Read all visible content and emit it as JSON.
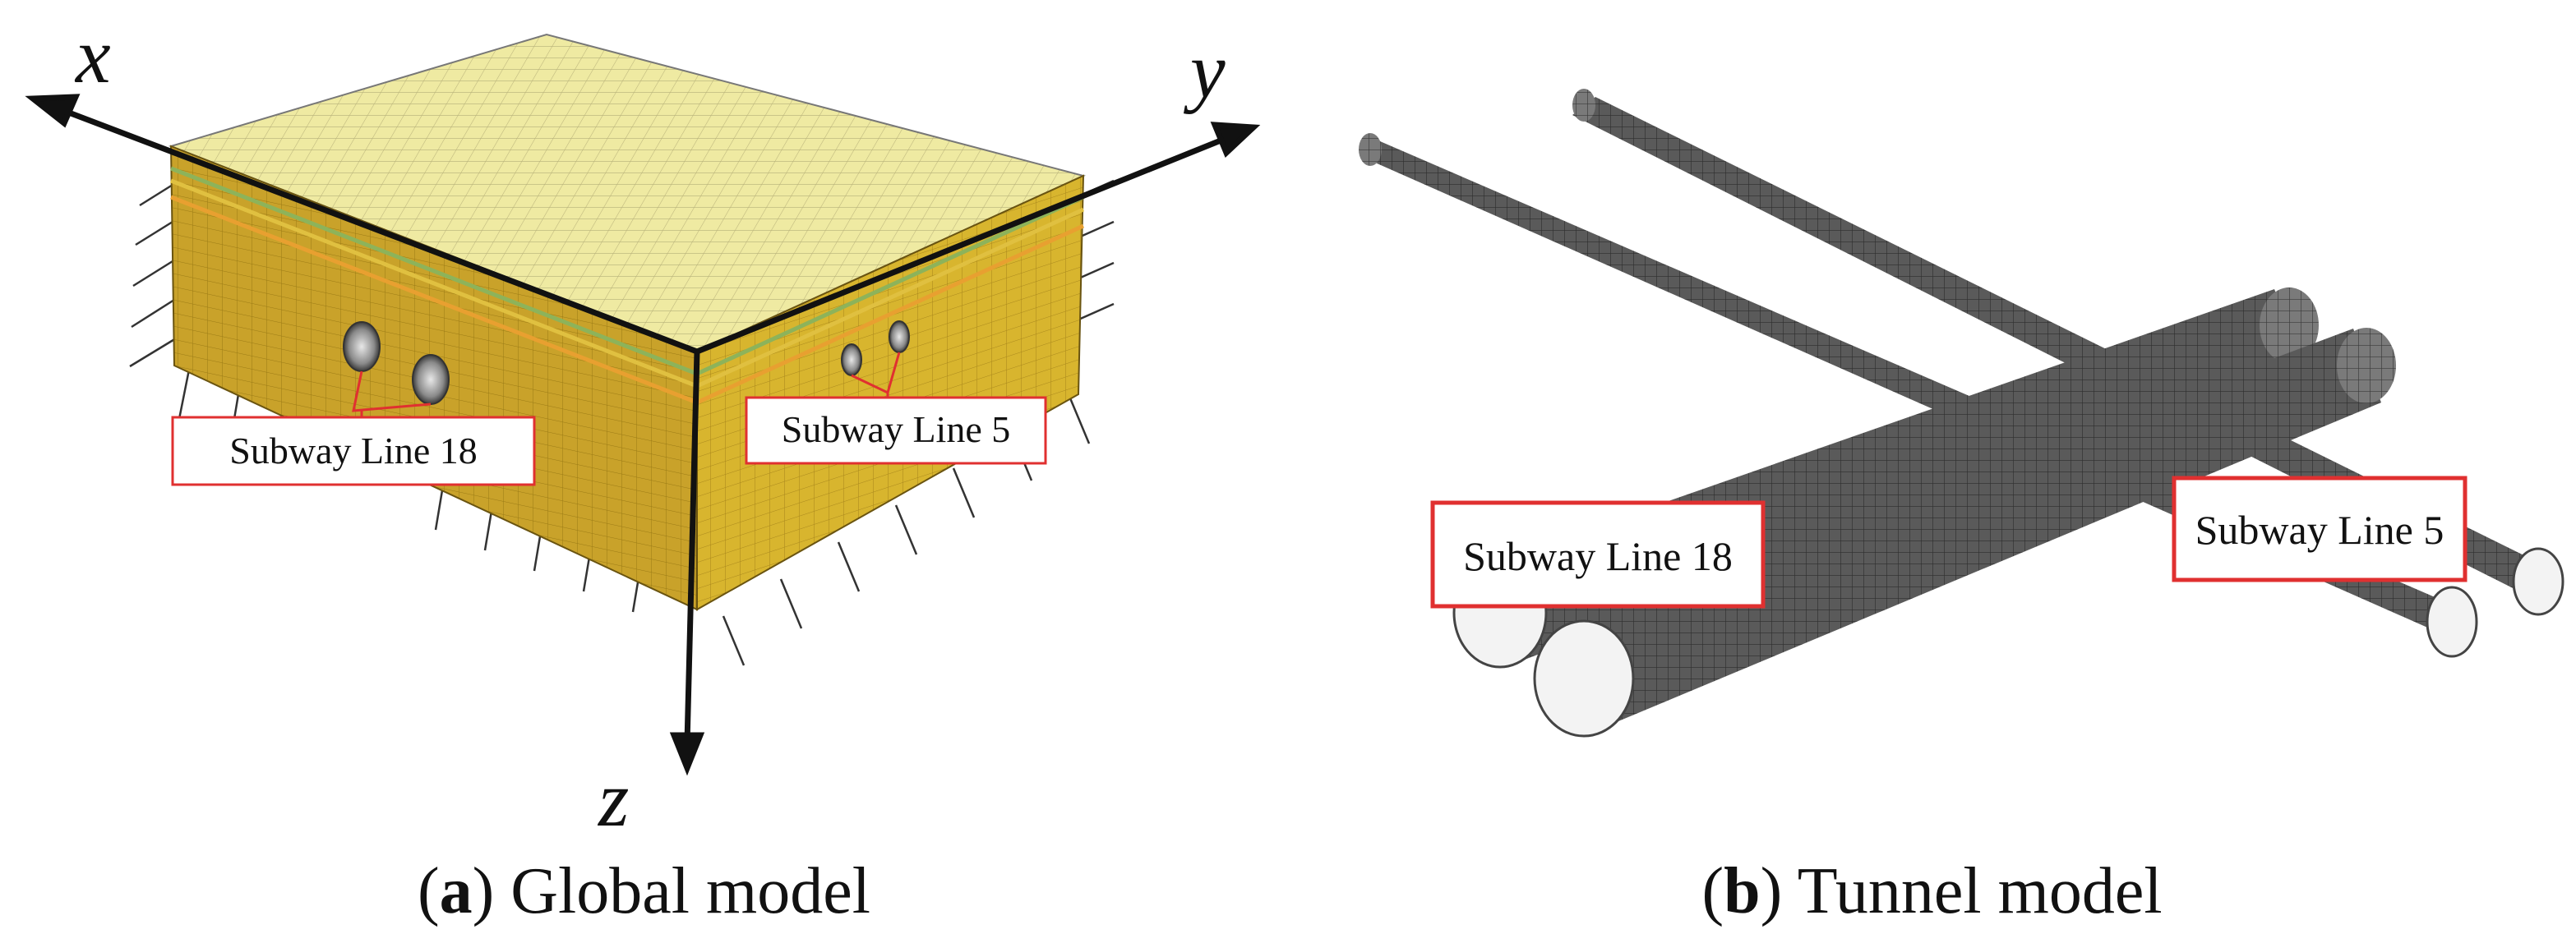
{
  "panel_a": {
    "axis_x": "x",
    "axis_y": "y",
    "axis_z": "z",
    "callout_left": "Subway Line 18",
    "callout_right": "Subway Line 5",
    "caption_letter": "a",
    "caption_text": "Global model"
  },
  "panel_b": {
    "callout_left": "Subway Line 18",
    "callout_right": "Subway Line 5",
    "caption_letter": "b",
    "caption_text": "Tunnel model"
  },
  "colors": {
    "soil_top": "#efeaa2",
    "soil_left": "#c9a22a",
    "soil_right": "#d8b52e",
    "callout_border": "#e03030",
    "tunnel": "#5a5a5a",
    "mesh_line": "#333333"
  }
}
